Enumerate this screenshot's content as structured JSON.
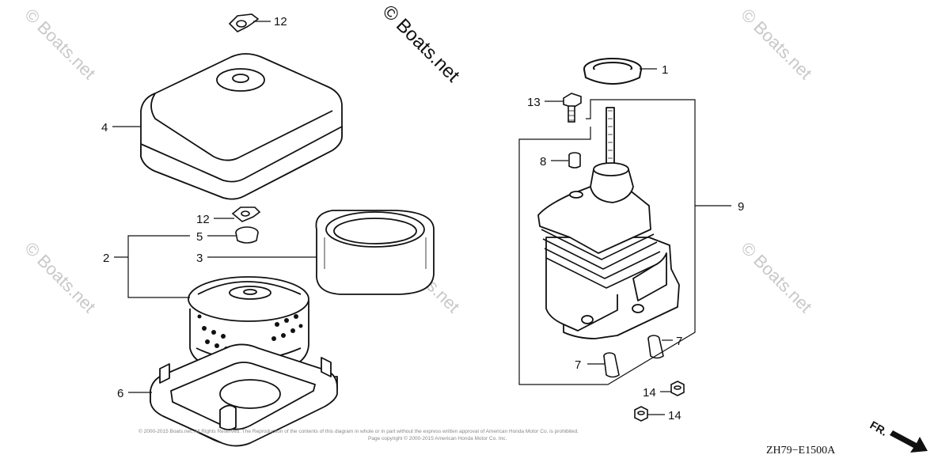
{
  "watermark": {
    "text": "© Boats.net",
    "main": "© Boats.net"
  },
  "callouts": {
    "c1": "1",
    "c2": "2",
    "c3": "3",
    "c4": "4",
    "c5": "5",
    "c6": "6",
    "c7a": "7",
    "c7b": "7",
    "c8": "8",
    "c9": "9",
    "c12a": "12",
    "c12b": "12",
    "c13": "13",
    "c14a": "14",
    "c14b": "14"
  },
  "footer": {
    "line1": "© 2000-2015 Boats.net, All Rights Reserved. The Reproduction of the contents of this diagram in whole or in part without the express written approval of American Honda Motor Co. is prohibited.",
    "line2": "Page copyright © 2000-2015 American Honda Motor Co. Inc."
  },
  "diagram_code": "ZH79−E1500A",
  "direction_label": "FR."
}
